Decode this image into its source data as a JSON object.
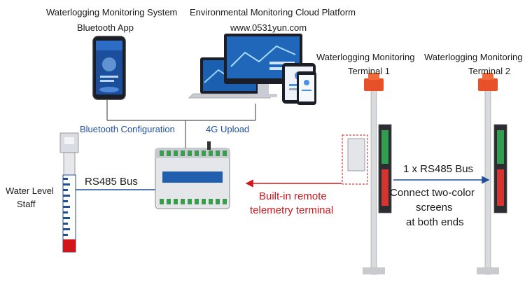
{
  "labels": {
    "app_title": "Waterlogging Monitoring System",
    "app_subtitle": "Bluetooth App",
    "cloud_title": "Environmental Monitoring Cloud Platform",
    "cloud_url": "www.0531yun.com",
    "terminal1_line1": "Waterlogging Monitoring",
    "terminal1_line2": "Terminal 1",
    "terminal2_line1": "Waterlogging Monitoring",
    "terminal2_line2": "Terminal 2",
    "bluetooth_config": "Bluetooth Configuration",
    "upload_4g": "4G Upload",
    "rs485_bus": "RS485 Bus",
    "water_level_line1": "Water Level",
    "water_level_line2": "Staff",
    "builtin_line1": "Built-in remote",
    "builtin_line2": "telemetry terminal",
    "rs485_bus_count": "1 x RS485 Bus",
    "connect_line1": "Connect two-color",
    "connect_line2": "screens",
    "connect_line3": "at both ends"
  },
  "colors": {
    "label_blue": "#1f4f9a",
    "label_red": "#d0161b",
    "line_gray": "#555555",
    "beacon_orange": "#e8502a",
    "display_red": "#d8342f",
    "display_green": "#2f9e4e"
  }
}
